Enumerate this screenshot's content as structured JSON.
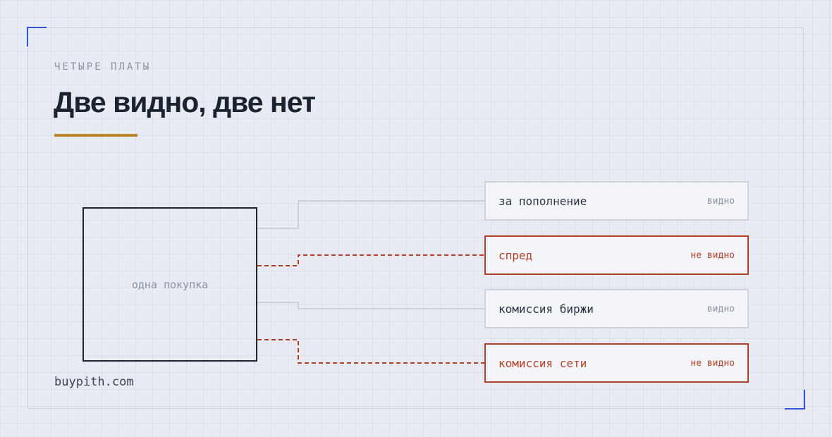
{
  "header": {
    "eyebrow": "ЧЕТЫРЕ ПЛАТЫ",
    "title": "Две видно, две нет"
  },
  "colors": {
    "accent": "#b8862b",
    "corner": "#3355dd",
    "hidden": "#b3412a",
    "visible_line": "#c3c8d2",
    "ink": "#1b2230"
  },
  "diagram": {
    "source": "одна покупка",
    "fees": [
      {
        "label": "за пополнение",
        "status": "видно",
        "kind": "visible"
      },
      {
        "label": "спред",
        "status": "не видно",
        "kind": "hidden"
      },
      {
        "label": "комиссия биржи",
        "status": "видно",
        "kind": "visible"
      },
      {
        "label": "комиссия сети",
        "status": "не видно",
        "kind": "hidden"
      }
    ]
  },
  "footer": {
    "site": "buypith.com"
  }
}
